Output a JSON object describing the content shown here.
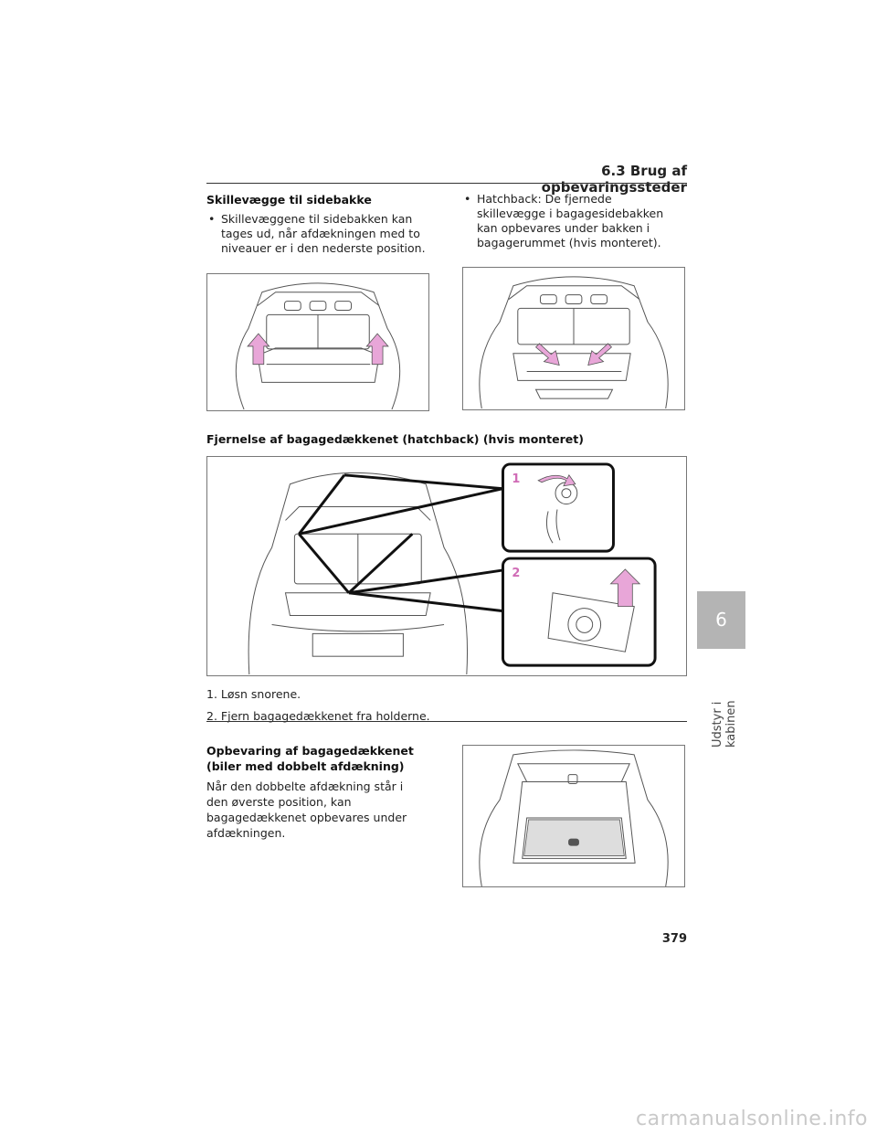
{
  "header": {
    "title": "6.3  Brug af opbevaringssteder"
  },
  "section1": {
    "title": "Skillevægge til sidebakke",
    "bullet_left": "Skillevæggene til sidebakken kan tages ud, når afdækningen med to niveauer er i den nederste position.",
    "bullet_right": "Hatchback: De fjernede skillevægge i bagagesidebakken kan opbevares under bakken i bagagerummet (hvis monteret).",
    "bullet_symbol": "•"
  },
  "section2": {
    "title": "Fjernelse af bagagedækkenet (hatchback) (hvis monteret)",
    "callout_1": "1",
    "callout_2": "2",
    "steps": [
      "1. Løsn snorene.",
      "2. Fjern bagagedækkenet fra holderne."
    ]
  },
  "section3": {
    "title_line1": "Opbevaring af bagagedækkenet",
    "title_line2": "(biler med dobbelt afdækning)",
    "paragraph": "Når den dobbelte afdækning står i den øverste position, kan bagagedækkenet opbevares under afdækningen."
  },
  "chapter": {
    "number": "6",
    "label": "Udstyr i kabinen"
  },
  "page_number": "379",
  "watermark": "carmanualsonline.info",
  "colors": {
    "accent": "#e8a6d8",
    "callout": "#d06cb6",
    "tab": "#b4b4b4"
  }
}
